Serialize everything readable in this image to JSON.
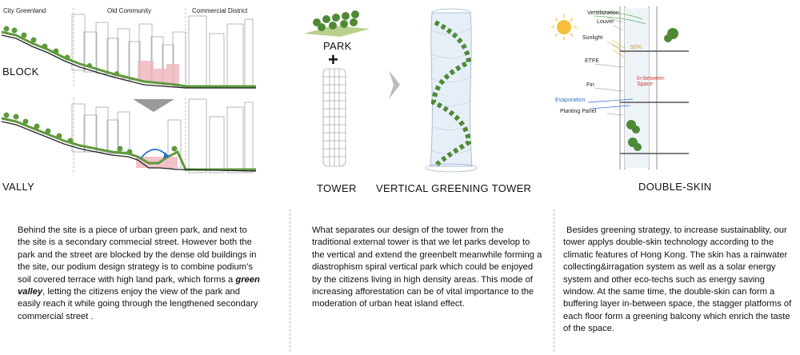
{
  "panel1": {
    "zones": [
      "City Greenland",
      "Old Community",
      "Commercial District"
    ],
    "label_top": "BLOCK",
    "label_bottom": "VALLY"
  },
  "panel2": {
    "park_label": "PARK",
    "plus": "+",
    "tower_label": "TOWER",
    "vgt_label": "VERTICAL GREENING TOWER"
  },
  "panel3": {
    "title": "DOUBLE-SKIN",
    "callouts": {
      "ventilation": "Ventilazation",
      "louver": "Louver",
      "sunlight": "Sunlight",
      "percent": "50%",
      "etfe": "ETFE",
      "fin": "Fin",
      "inbetween_1": "In-between",
      "inbetween_2": "Space",
      "evaporation": "Evaporation",
      "planting": "Planting Panel"
    }
  },
  "text": {
    "p1_a": "Behind the site is a piece of urban green park, and next to the site is a secondary commecial street. However both the park and the street are blocked by the dense old buildings in the site, our podium design strategy is to combine podium’s soil covered terrace with high land park, which forms a ",
    "p1_em": "green valley",
    "p1_b": ", letting the citizens enjoy the view of the park and easily reach it while going through the lengthened secondary commercial street .",
    "p2": "What separates our design of the tower from the traditional external tower is that we let parks develop to the vertical and extend the greenbelt meanwhile forming a diastrophism spiral vertical park which could be enjoyed by the citizens living in high density areas. This mode of increasing afforestation can be of vital importance to the moderation of urban heat island effect.",
    "p3": "Besides greening strategy, to increase sustainablity, our tower applys double-skin technology according to the climatic features of Hong Kong. The skin has a rainwater collecting&irragation system as well as a solar energy system and  other eco-techs such as energy saving window. At the same time, the double-skin can form a buffering layer in-between space, the stagger platforms of each floor form a greening balcony  which enrich the taste of the space."
  },
  "colors": {
    "green": "#5e9a3c",
    "pink": "#f0b8c0",
    "blue": "#2a6fc4",
    "sun": "#f5c13c"
  }
}
